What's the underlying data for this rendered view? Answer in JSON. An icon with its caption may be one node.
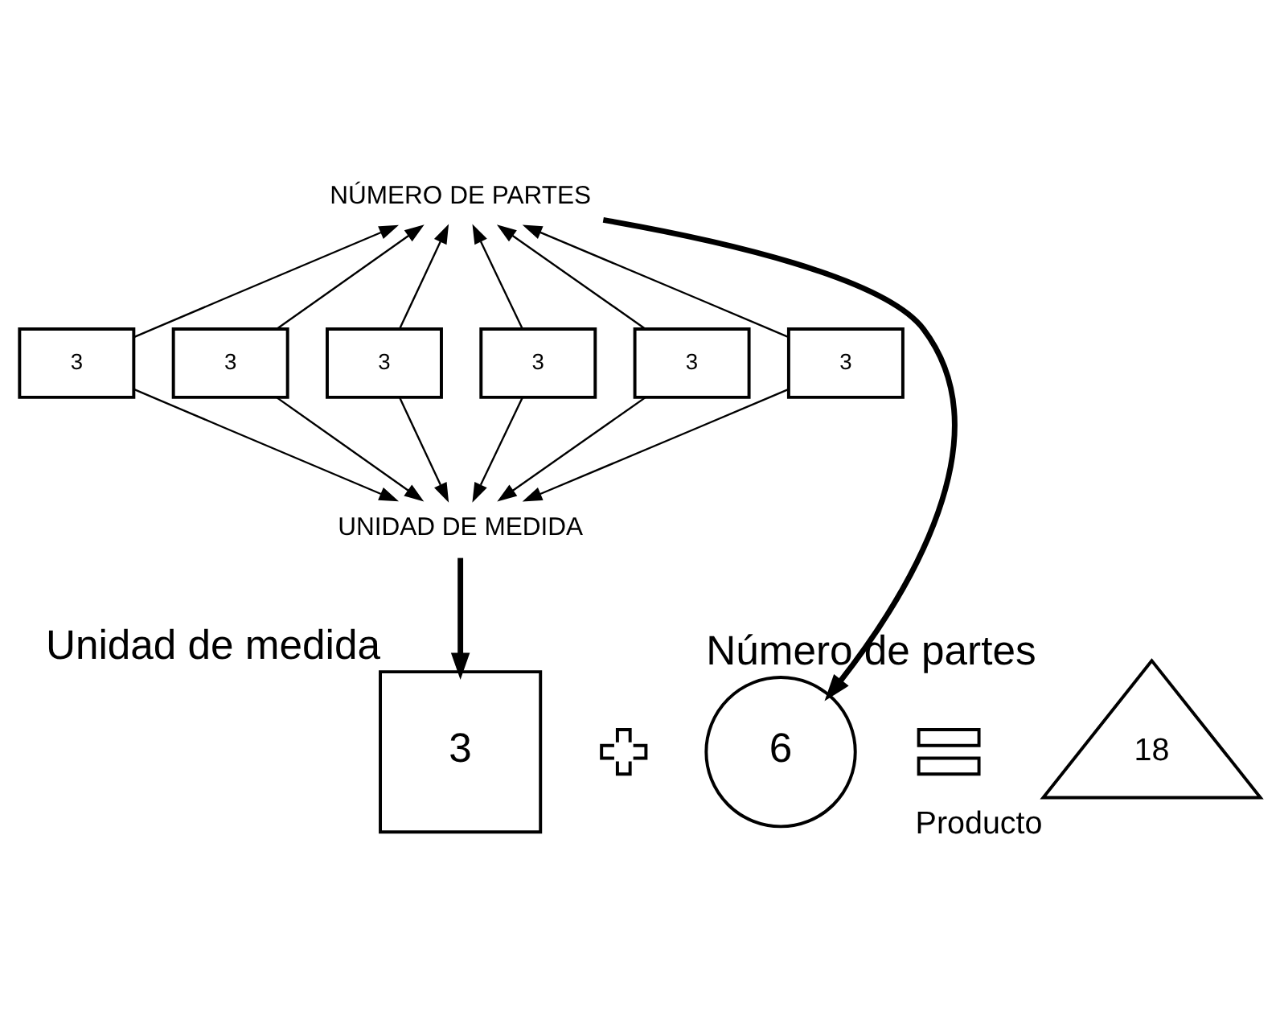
{
  "diagram": {
    "nodes": [
      {
        "text": [
          "NÚMERO DE PARTES"
        ]
      },
      {
        "text": [
          "3"
        ]
      },
      {
        "text": [
          "3"
        ]
      },
      {
        "text": [
          "3"
        ]
      },
      {
        "text": [
          "3"
        ]
      },
      {
        "text": [
          "3"
        ]
      },
      {
        "text": [
          "3"
        ]
      },
      {
        "text": [
          "UNIDAD DE MEDIDA"
        ]
      },
      {
        "text": [
          "3"
        ],
        "beside": [
          "Unidad de medida"
        ]
      },
      {
        "text": [],
        "shape": "cross"
      },
      {
        "text": [
          "6"
        ],
        "beside": [
          "Número de partes"
        ]
      },
      {
        "text": [],
        "shape": "equals"
      },
      {
        "text": [
          "18"
        ],
        "beside": [
          "Producto"
        ]
      }
    ],
    "edges": [
      {
        "from": 1,
        "to": 0,
        "arrow": "to"
      },
      {
        "from": 2,
        "to": 0,
        "arrow": "to"
      },
      {
        "from": 3,
        "to": 0,
        "arrow": "to"
      },
      {
        "from": 4,
        "to": 0,
        "arrow": "to"
      },
      {
        "from": 5,
        "to": 0,
        "arrow": "to"
      },
      {
        "from": 6,
        "to": 0,
        "arrow": "to"
      },
      {
        "from": 1,
        "to": 7,
        "arrow": "to"
      },
      {
        "from": 2,
        "to": 7,
        "arrow": "to"
      },
      {
        "from": 3,
        "to": 7,
        "arrow": "to"
      },
      {
        "from": 4,
        "to": 7,
        "arrow": "to"
      },
      {
        "from": 5,
        "to": 7,
        "arrow": "to"
      },
      {
        "from": 6,
        "to": 7,
        "arrow": "to"
      },
      {
        "from": 7,
        "to": 8,
        "arrow": "to",
        "style": "thick"
      },
      {
        "from": 0,
        "to": 10,
        "arrow": "to",
        "style": "thick"
      }
    ]
  }
}
